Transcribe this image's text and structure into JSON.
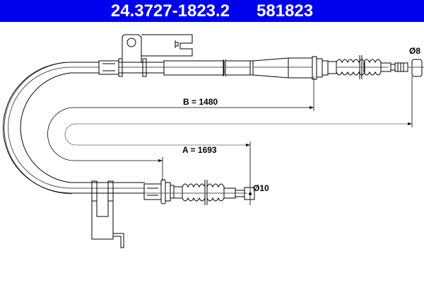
{
  "header": {
    "part_number": "24.3727-1823.2",
    "article_number": "581823",
    "background_color": "#0000ee",
    "text_color": "#ffffff"
  },
  "diagram": {
    "type": "brake cable technical drawing",
    "dimensions": {
      "a_label": "A = 1693",
      "b_label": "B = 1480",
      "diameter_top": "Ø8",
      "diameter_bottom": "Ø10"
    },
    "line_color": "#000000"
  }
}
